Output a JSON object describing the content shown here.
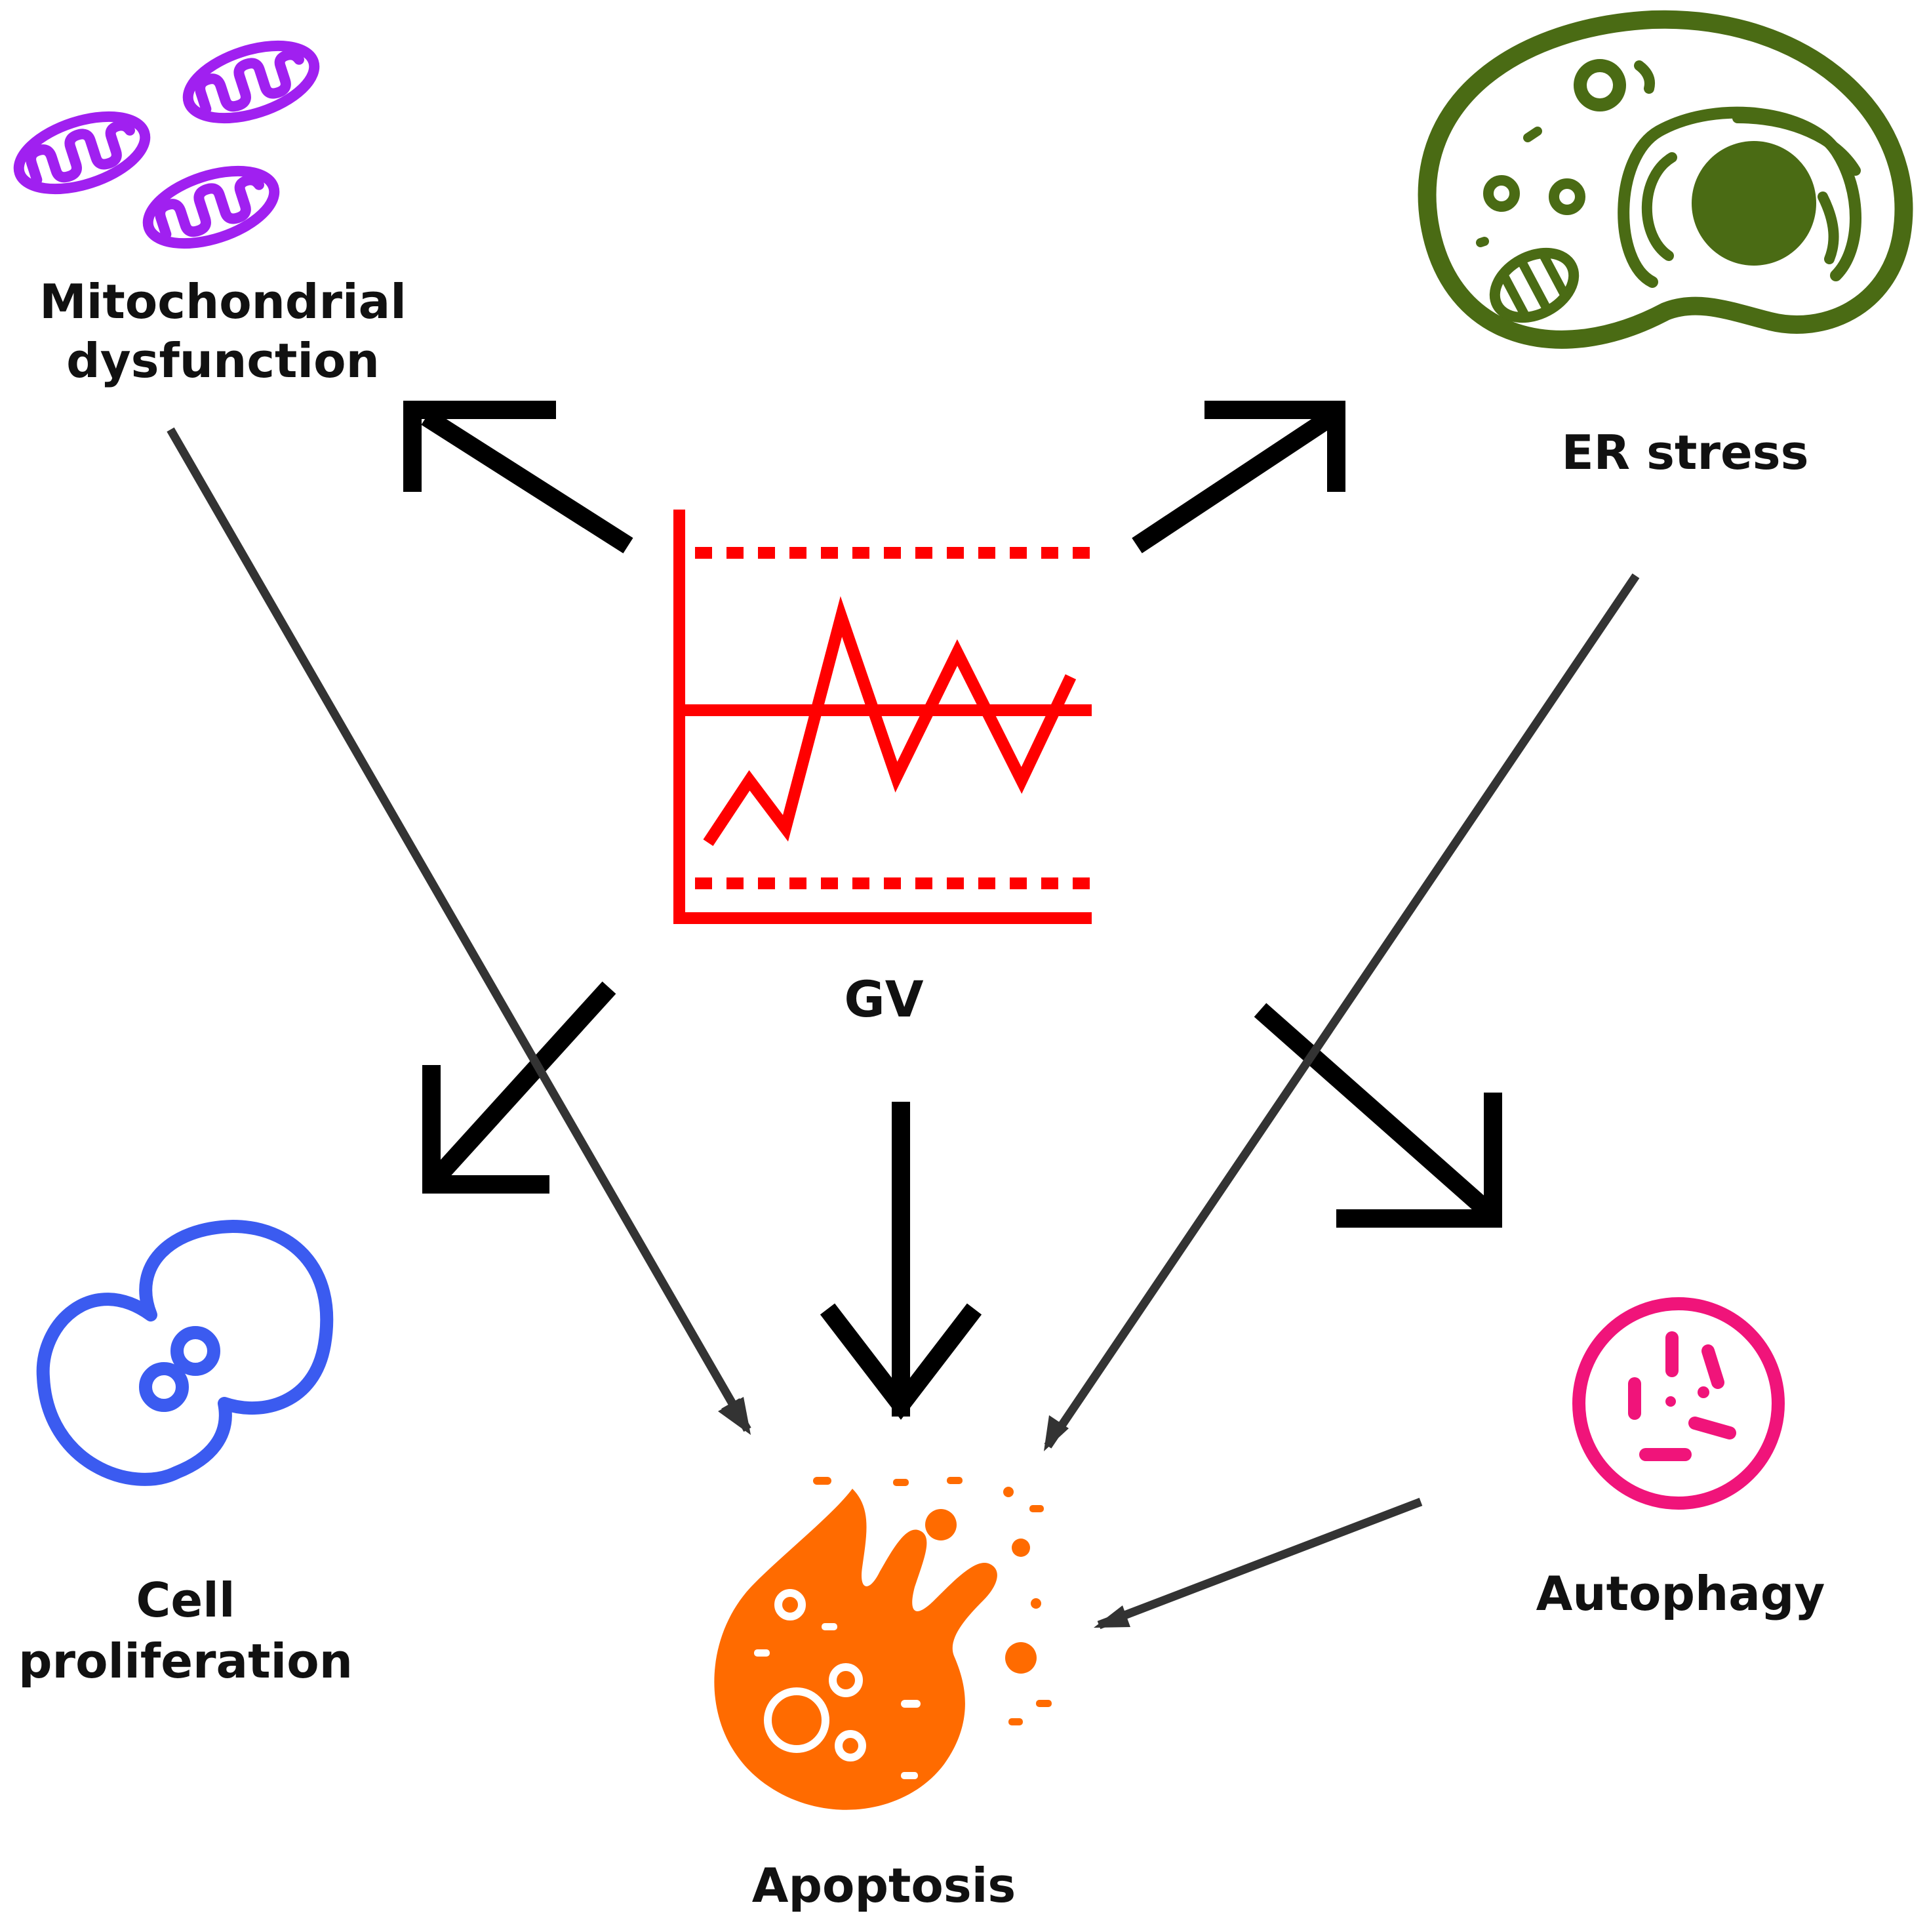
{
  "diagram": {
    "center": {
      "label": "GV",
      "color": "#ff0000"
    },
    "nodes": {
      "mitochondrial": {
        "label_line1": "Mitochondrial",
        "label_line2": "dysfunction",
        "color": "#a020f0"
      },
      "er_stress": {
        "label": "ER stress",
        "color": "#4a6b14"
      },
      "cell_proliferation": {
        "label_line1": "Cell",
        "label_line2": "proliferation",
        "color": "#3b5bf0"
      },
      "autophagy": {
        "label": "Autophagy",
        "color": "#f0147a"
      },
      "apoptosis": {
        "label": "Apoptosis",
        "color": "#ff6b00"
      }
    },
    "colors": {
      "thick_arrow": "#000000",
      "thin_arrow": "#333333"
    }
  }
}
